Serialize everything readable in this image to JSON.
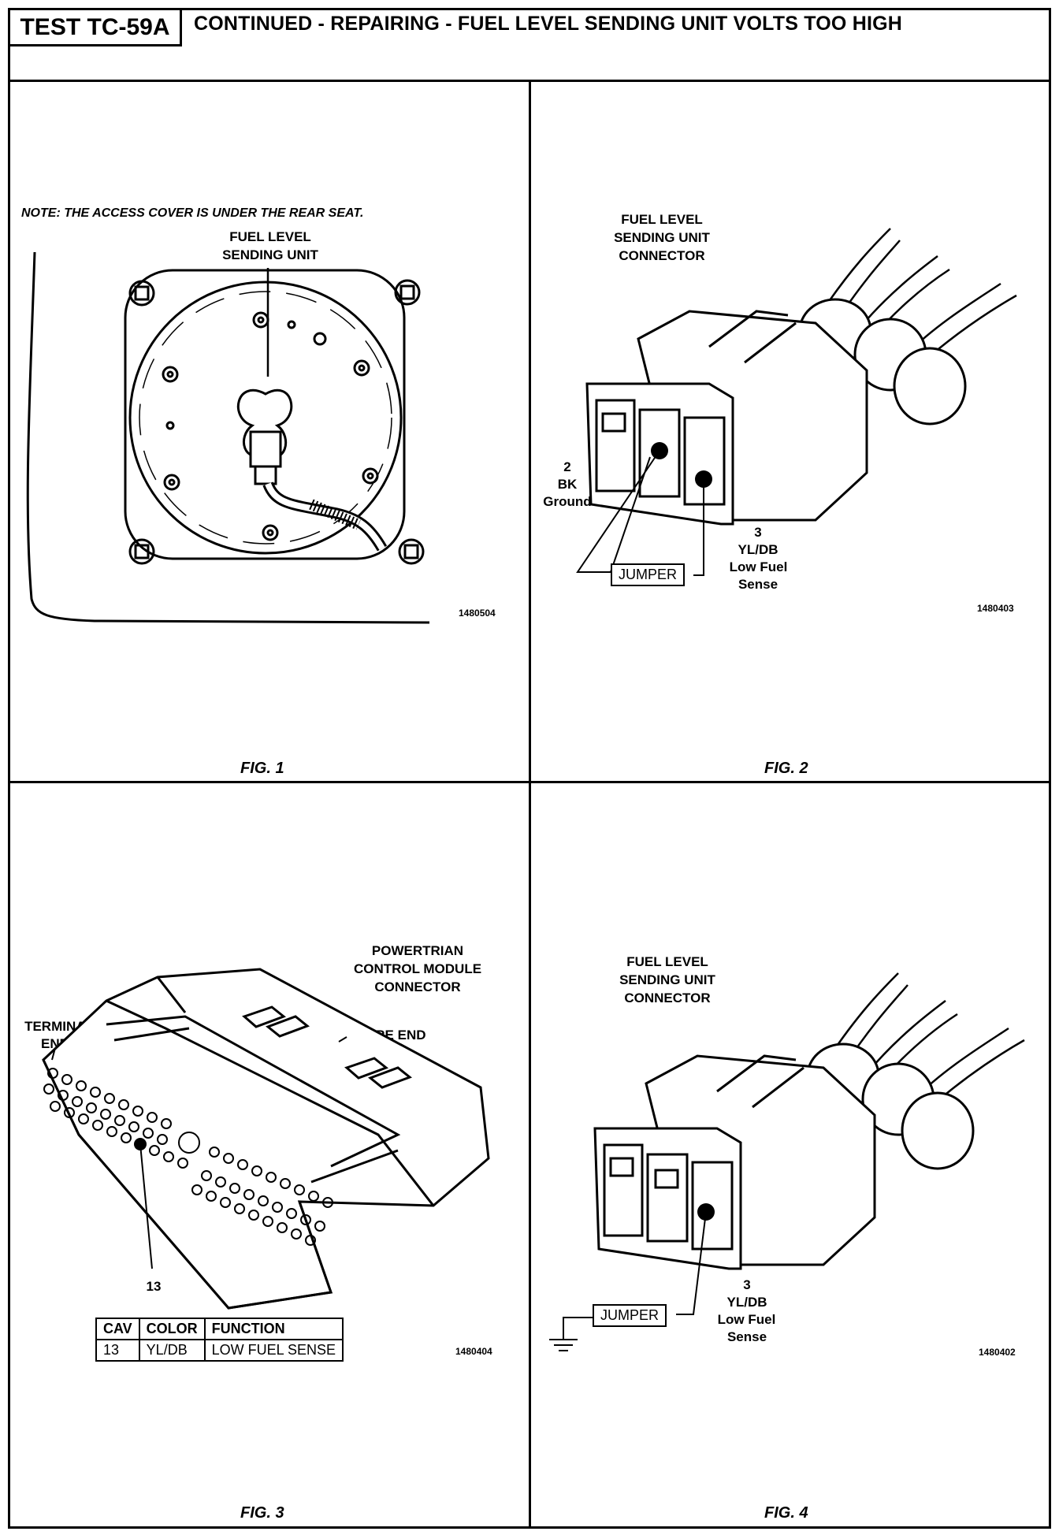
{
  "header": {
    "test_id": "TEST TC-59A",
    "title": "CONTINUED -  REPAIRING - FUEL LEVEL SENDING UNIT VOLTS TOO HIGH"
  },
  "fig1": {
    "note": "NOTE:    THE ACCESS COVER IS UNDER THE REAR SEAT.",
    "label_line1": "FUEL LEVEL",
    "label_line2": "SENDING UNIT",
    "ref": "1480504",
    "caption": "FIG. 1"
  },
  "fig2": {
    "title_line1": "FUEL LEVEL",
    "title_line2": "SENDING UNIT",
    "title_line3": "CONNECTOR",
    "pin2_line1": "2",
    "pin2_line2": "BK",
    "pin2_line3": "Ground",
    "pin3_line1": "3",
    "pin3_line2": "YL/DB",
    "pin3_line3": "Low Fuel",
    "pin3_line4": "Sense",
    "jumper": "JUMPER",
    "ref": "1480403",
    "caption": "FIG. 2"
  },
  "fig3": {
    "title_line1": "POWERTRIAN",
    "title_line2": "CONTROL MODULE",
    "title_line3": "CONNECTOR",
    "terminal_line1": "TERMINAL",
    "terminal_line2": "END",
    "wire_end": "WIRE  END",
    "pin": "13",
    "table": {
      "headers": [
        "CAV",
        "COLOR",
        "FUNCTION"
      ],
      "row": [
        "13",
        "YL/DB",
        "LOW FUEL SENSE"
      ]
    },
    "ref": "1480404",
    "caption": "FIG. 3"
  },
  "fig4": {
    "title_line1": "FUEL LEVEL",
    "title_line2": "SENDING UNIT",
    "title_line3": "CONNECTOR",
    "pin3_line1": "3",
    "pin3_line2": "YL/DB",
    "pin3_line3": "Low Fuel",
    "pin3_line4": "Sense",
    "jumper": "JUMPER",
    "ref": "1480402",
    "caption": "FIG. 4"
  }
}
